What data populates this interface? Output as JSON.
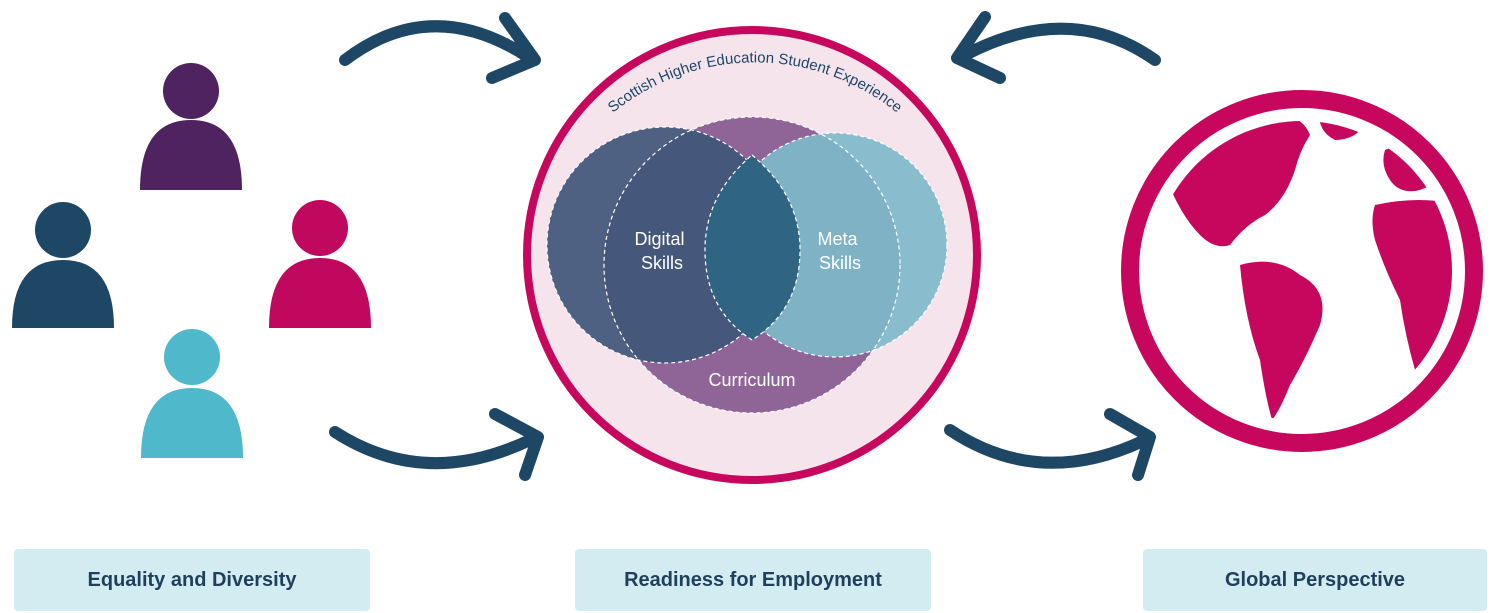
{
  "diagram": {
    "ring_text": "Scottish Higher Education Student Experience",
    "circles": {
      "digital": "Digital Skills",
      "digital_lines": [
        "Digital",
        "Skills"
      ],
      "meta_lines": [
        "Meta",
        "Skills"
      ],
      "curriculum": "Curriculum"
    },
    "labels": {
      "left": "Equality and Diversity",
      "center": "Readiness for Employment",
      "right": "Global Perspective"
    }
  },
  "icons": {
    "people": [
      "person-icon-purple",
      "person-icon-navy",
      "person-icon-magenta",
      "person-icon-teal"
    ],
    "globe": "globe-icon",
    "arrows": "curved-arrow-icon"
  },
  "colors": {
    "navy": "#1e4766",
    "purple": "#4f2360",
    "magenta": "#c0085e",
    "teal": "#4fb8cb",
    "label_bg": "#d3ecf2",
    "ring": "#c7075d",
    "ring_fill": "#f6e4ec"
  }
}
